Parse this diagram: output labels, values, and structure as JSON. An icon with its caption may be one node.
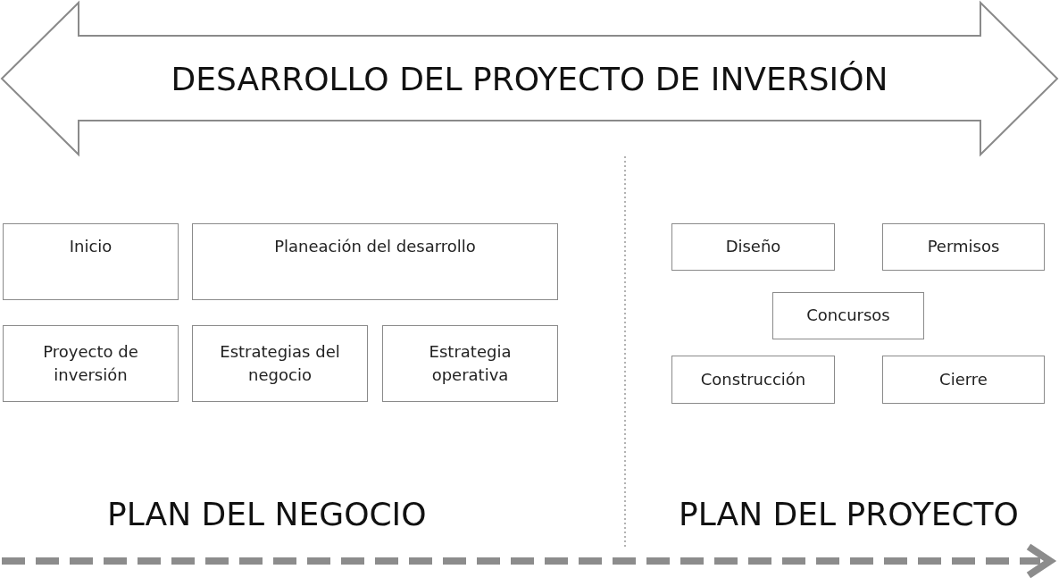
{
  "diagram": {
    "nodes": [
      {
        "text": [
          "DESARROLLO DEL PROYECTO DE INVERSIÓN"
        ]
      },
      {
        "text": [
          "Inicio"
        ]
      },
      {
        "text": [
          "Planeación del desarrollo"
        ]
      },
      {
        "text": [
          "Proyecto de inversión"
        ]
      },
      {
        "text": [
          "Estrategias del negocio"
        ]
      },
      {
        "text": [
          "Estrategia operativa"
        ]
      },
      {
        "text": [
          "Diseño"
        ]
      },
      {
        "text": [
          "Permisos"
        ]
      },
      {
        "text": [
          "Concursos"
        ]
      },
      {
        "text": [
          "Construcción"
        ]
      },
      {
        "text": [
          "Cierre"
        ]
      }
    ],
    "labels": [
      "PLAN DEL NEGOCIO",
      "PLAN DEL PROYECTO"
    ]
  }
}
